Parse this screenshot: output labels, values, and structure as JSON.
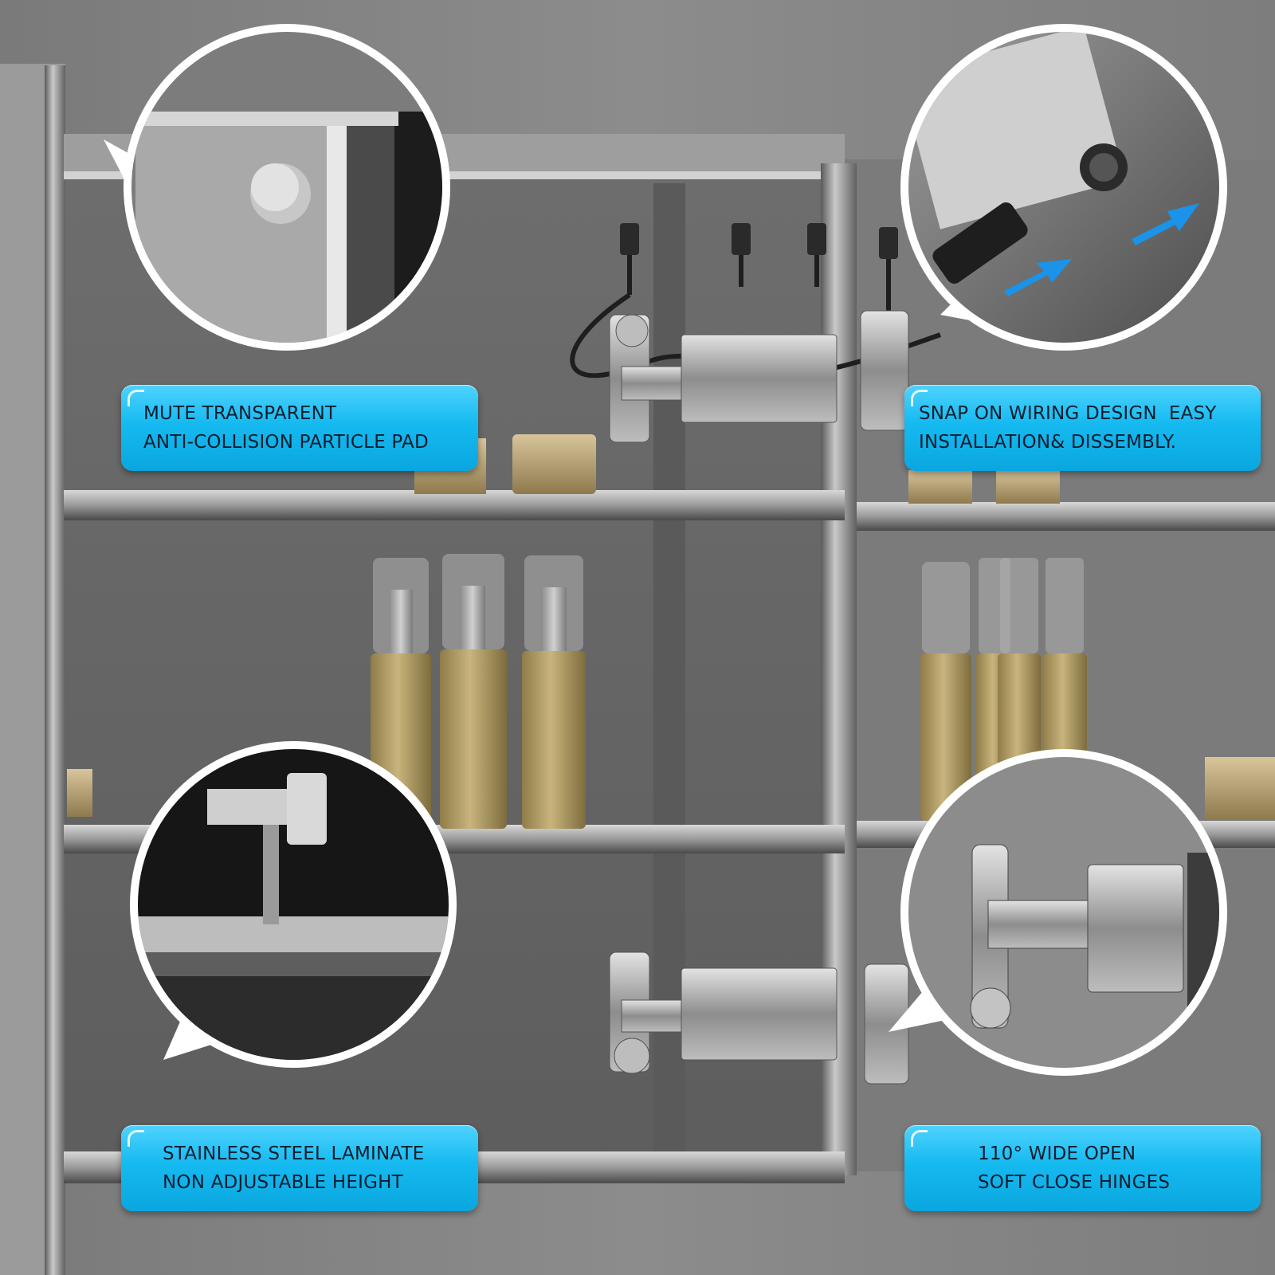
{
  "callouts": {
    "top_left": {
      "line1": "MUTE TRANSPARENT",
      "line2": "ANTI-COLLISION PARTICLE PAD"
    },
    "top_right": {
      "line1": "SNAP ON WIRING DESIGN  EASY",
      "line2": "INSTALLATION& DISSEMBLY."
    },
    "bottom_left": {
      "line1": "STAINLESS STEEL LAMINATE",
      "line2": "NON ADJUSTABLE HEIGHT"
    },
    "bottom_right": {
      "line1": "110° WIDE OPEN",
      "line2": "SOFT CLOSE HINGES"
    }
  },
  "colors": {
    "callout_blue": "#15baf0",
    "cabinet_steel": "#8a8a8a",
    "bottle_liquid": "#b5a06a"
  }
}
